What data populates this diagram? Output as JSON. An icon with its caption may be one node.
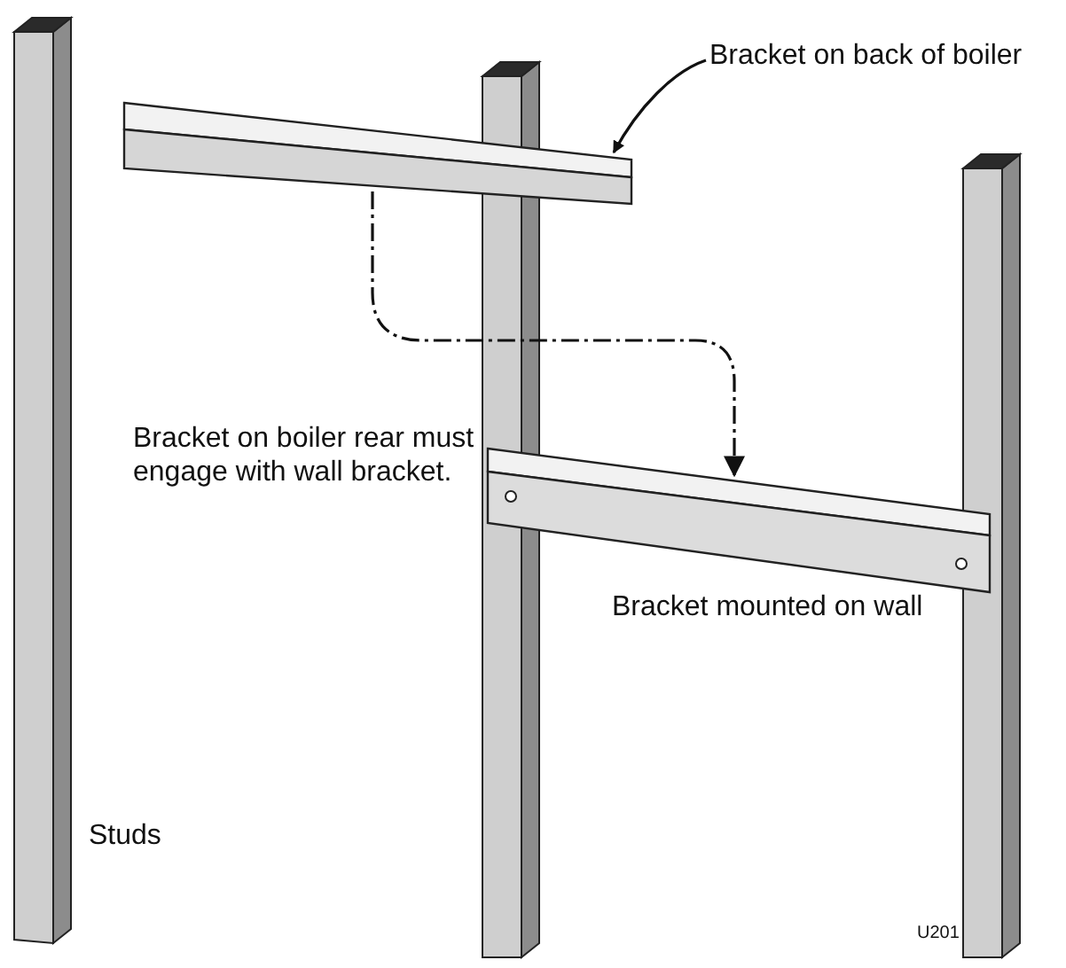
{
  "diagram": {
    "nodes": [
      {
        "text": [
          "Bracket on back of boiler"
        ]
      },
      {
        "text": [],
        "shape": "bar"
      },
      {
        "text": [],
        "shape": "bar",
        "beside": [
          "Bracket mounted on wall"
        ]
      }
    ],
    "edges": [
      {
        "from": 0,
        "to": 1,
        "arrow": "to"
      },
      {
        "from": 1,
        "to": 2,
        "arrow": "to",
        "style": "dashed"
      }
    ],
    "labels": [
      "Bracket on boiler rear must engage with wall bracket.",
      "Studs",
      "U201"
    ]
  }
}
